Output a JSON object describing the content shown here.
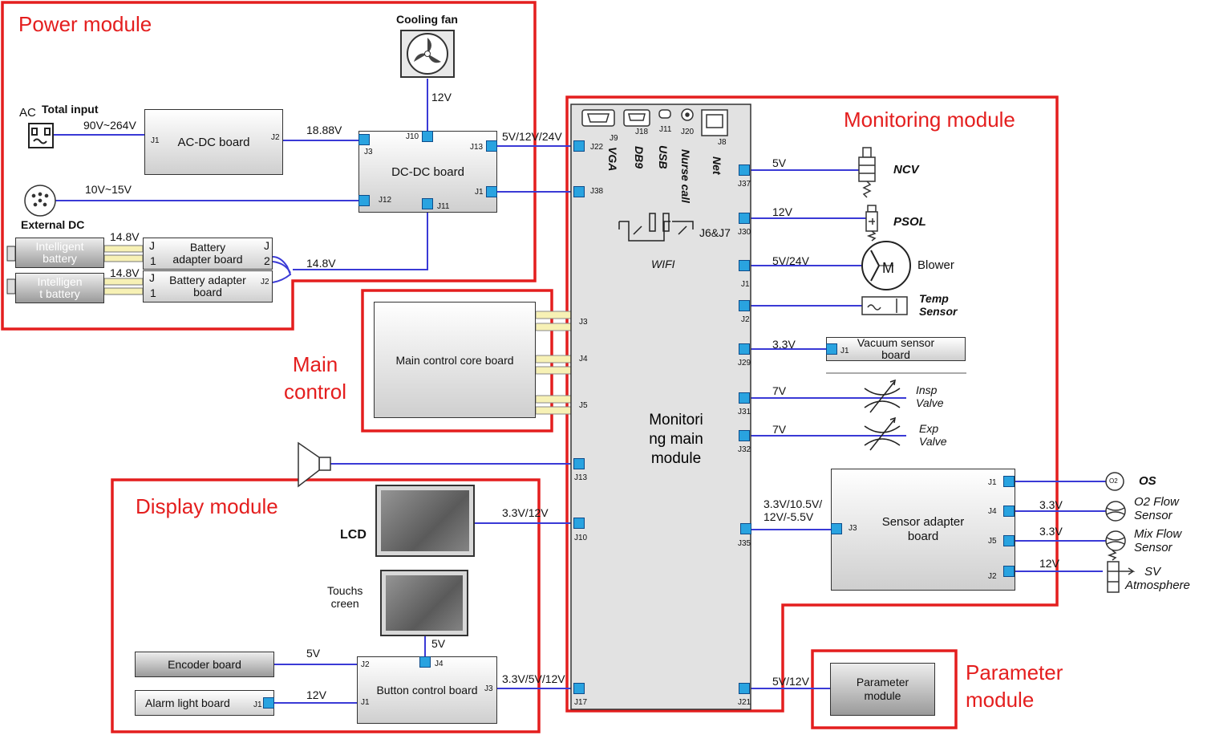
{
  "modules": {
    "power": "Power module",
    "monitoring": "Monitoring module",
    "main_control": [
      "Main",
      "control"
    ],
    "display": "Display module",
    "parameter": [
      "Parameter",
      "module"
    ]
  },
  "boards": {
    "ac_dc": "AC-DC board",
    "dc_dc": "DC-DC board",
    "battery_adapter_1": [
      "Battery",
      "adapter board"
    ],
    "battery_adapter_2": [
      "Battery adapter",
      "board"
    ],
    "intelligent_battery_1": [
      "Intelligent",
      "battery"
    ],
    "intelligent_battery_2": [
      "Intelligen",
      "t battery"
    ],
    "main_core": "Main control core board",
    "monitoring_main": [
      "Monitori",
      "ng main",
      "module"
    ],
    "vacuum_sensor": [
      "Vacuum sensor",
      "board"
    ],
    "sensor_adapter": [
      "Sensor adapter",
      "board"
    ],
    "parameter": [
      "Parameter",
      "module"
    ],
    "encoder": "Encoder board",
    "alarm_light": "Alarm light board",
    "button_control": "Button control board"
  },
  "labels": {
    "cooling_fan": "Cooling fan",
    "ac": "AC",
    "total_input": "Total input",
    "input_range": "90V~264V",
    "external_dc": "External DC",
    "lcd": "LCD",
    "touchscreen": [
      "Touchs",
      "creen"
    ],
    "wifi": "WIFI",
    "j6j7": "J6&J7",
    "vga": "VGA",
    "db9": "DB9",
    "usb": "USB",
    "nurse_call": "Nurse call",
    "net": "Net"
  },
  "voltages": {
    "fan": "12V",
    "acdc_out": "18.88V",
    "ext_dc": "10V~15V",
    "batt1": "14.8V",
    "batt2": "14.8V",
    "batt_bus": "14.8V",
    "dcdc_out": "5V/12V/24V",
    "ncv": "5V",
    "psol": "12V",
    "blower": "5V/24V",
    "vacuum": "3.3V",
    "insp": "7V",
    "exp": "7V",
    "sensor_adapter": [
      "3.3V/10.5V/",
      "12V/-5.5V"
    ],
    "o2_flow": "3.3V",
    "mix_flow": "3.3V",
    "sv": "12V",
    "lcd": "3.3V/12V",
    "touch": "5V",
    "encoder": "5V",
    "alarm": "12V",
    "button": "3.3V/5V/12V",
    "parameter": "5V/12V"
  },
  "devices": {
    "ncv": "NCV",
    "psol": "PSOL",
    "blower": "Blower",
    "temp": [
      "Temp",
      "Sensor"
    ],
    "insp": [
      "Insp",
      "Valve"
    ],
    "exp": [
      "Exp",
      "Valve"
    ],
    "os": "OS",
    "o2_flow": [
      "O2 Flow",
      "Sensor"
    ],
    "mix_flow": [
      "Mix Flow",
      "Sensor"
    ],
    "sv": [
      "SV",
      "Atmosphere"
    ],
    "o2_icon": "O2"
  },
  "connectors": {
    "acdc_j1": "J1",
    "acdc_j2": "J2",
    "dcdc_j10": "J10",
    "dcdc_j3": "J3",
    "dcdc_j13": "J13",
    "dcdc_j1": "J1",
    "dcdc_j12": "J12",
    "dcdc_j11": "J11",
    "ba_j": "J",
    "ba_1": "1",
    "ba_2": "2",
    "ba_j2": "J2",
    "mon_j22": "J22",
    "mon_j38": "J38",
    "mon_j9": "J9",
    "mon_j18": "J18",
    "mon_j11": "J11",
    "mon_j20": "J20",
    "mon_j8": "J8",
    "mon_j37": "J37",
    "mon_j30": "J30",
    "mon_j1": "J1",
    "mon_j2": "J2",
    "mon_j29": "J29",
    "mon_j31": "J31",
    "mon_j32": "J32",
    "mon_j3": "J3",
    "mon_j4": "J4",
    "mon_j5": "J5",
    "mon_j13": "J13",
    "mon_j10": "J10",
    "mon_j35": "J35",
    "mon_j17": "J17",
    "mon_j21": "J21",
    "vac_j1": "J1",
    "sa_j3": "J3",
    "sa_j1": "J1",
    "sa_j4": "J4",
    "sa_j5": "J5",
    "sa_j2": "J2",
    "bc_j2": "J2",
    "bc_j4": "J4",
    "bc_j1": "J1",
    "bc_j3": "J3",
    "al_j1": "J1"
  },
  "colors": {
    "module_outline": "#e41e1e",
    "wire": "#3a3ad6",
    "connector": "#29a3e0",
    "battery_link": "#f7f1b5"
  }
}
